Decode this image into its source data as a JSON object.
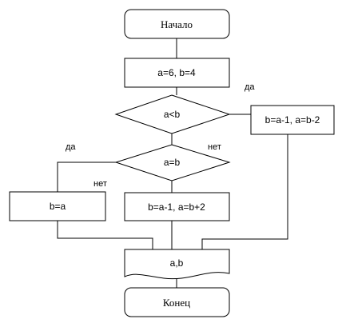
{
  "flowchart": {
    "start_label": "Начало",
    "init_label": "a=6, b=4",
    "cond1_label": "a<b",
    "cond2_label": "a=b",
    "right_process_label": "b=a-1, a=b-2",
    "left_process_label": "b=a",
    "mid_process_label": "b=a-1, a=b+2",
    "output_label": "a,b",
    "end_label": "Конец",
    "edge_yes_cond1": "да",
    "edge_no_cond1": "нет",
    "edge_yes_cond2": "да",
    "edge_no_cond2": "нет"
  }
}
